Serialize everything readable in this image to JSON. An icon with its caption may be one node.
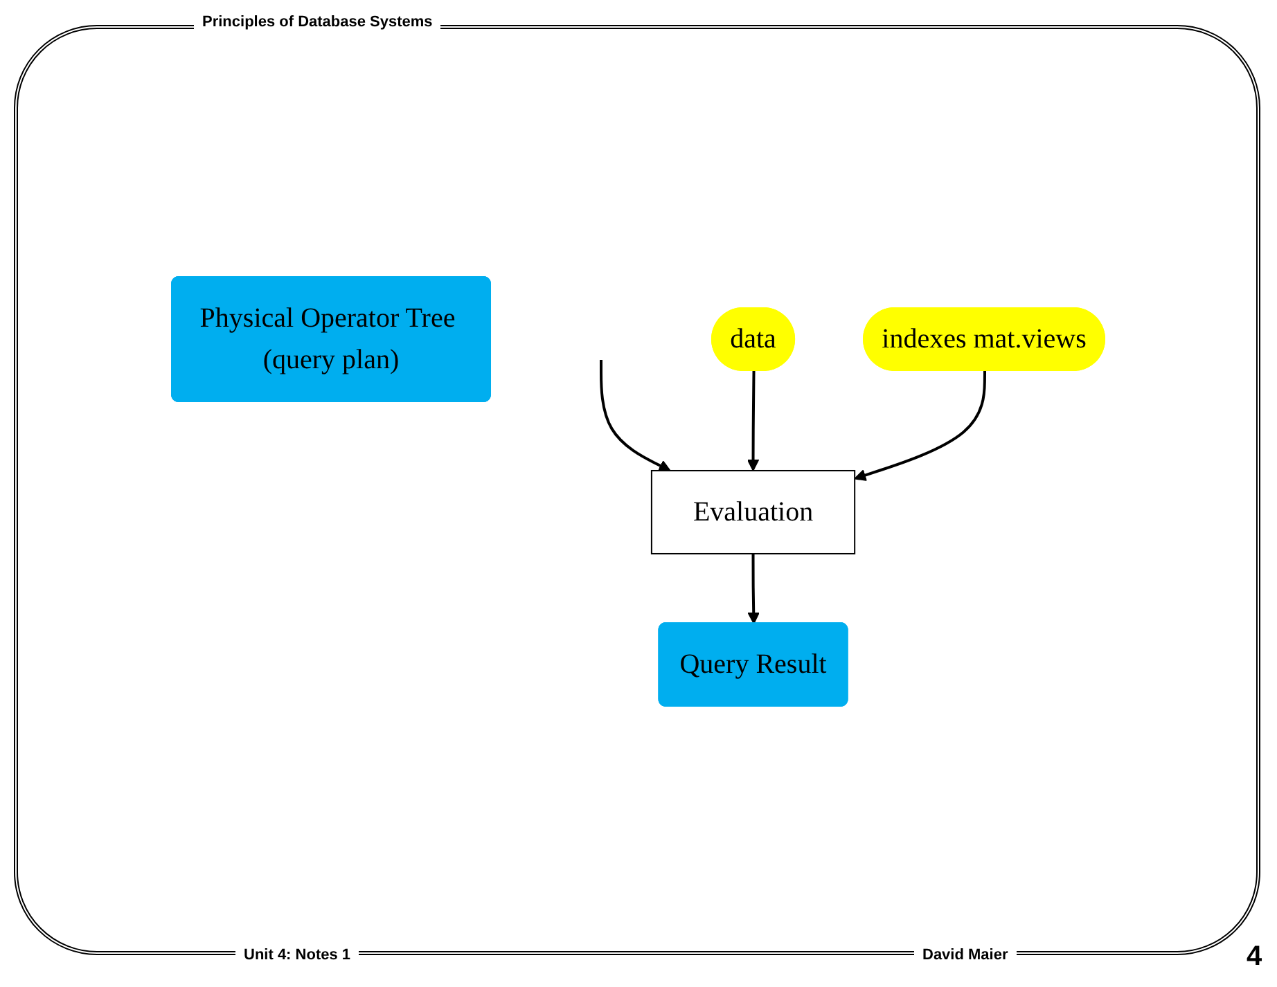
{
  "diagram": {
    "nodes": [
      {
        "text": [
          "Physical Operator Tree (query plan)"
        ]
      },
      {
        "text": [
          "data"
        ]
      },
      {
        "text": [
          "Evaluation"
        ]
      },
      {
        "text": [
          "indexes mat.views"
        ]
      },
      {
        "text": [
          "Query Result"
        ]
      }
    ],
    "edges": [
      {
        "from": null,
        "to": 2,
        "arrow": "to"
      },
      {
        "from": 1,
        "to": 2,
        "arrow": "to"
      },
      {
        "from": 3,
        "to": 2,
        "arrow": "to"
      },
      {
        "from": 2,
        "to": 4,
        "arrow": "to"
      }
    ],
    "labels": [
      "Principles of Database Systems",
      "Unit 4: Notes 1",
      "David Maier",
      "4"
    ]
  }
}
